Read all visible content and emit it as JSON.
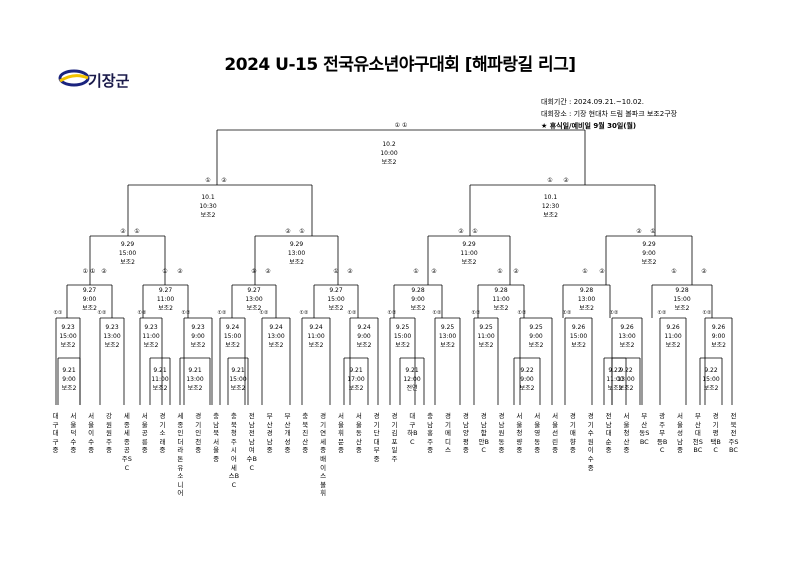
{
  "title": "2024 U-15 전국유소년야구대회 [해파랑길 리그]",
  "logo": {
    "text": "기장군",
    "accent_color": "#f2c200",
    "brand_color": "#1a237e"
  },
  "info": {
    "period": "대회기간 : 2024.09.21.~10.02.",
    "venue": "대회장소 : 기장 현대차 드림 볼파크 보조2구장",
    "note": "★ 휴식일/예비일 9월 30일(월)"
  },
  "final": {
    "date": "10.2",
    "time": "10:00",
    "venue": "보조2",
    "top": "① ①"
  },
  "semis": [
    {
      "date": "10.1",
      "time": "10:30",
      "venue": "보조2",
      "left": "①",
      "right": "②"
    },
    {
      "date": "10.1",
      "time": "12:30",
      "venue": "보조2",
      "left": "①",
      "right": "②"
    }
  ],
  "quarters": [
    {
      "date": "9.29",
      "time": "15:00",
      "venue": "보조2",
      "left": "②",
      "right": "①"
    },
    {
      "date": "9.29",
      "time": "13:00",
      "venue": "보조2",
      "left": "②",
      "right": "①"
    },
    {
      "date": "9.29",
      "time": "11:00",
      "venue": "보조2",
      "left": "②",
      "right": "①"
    },
    {
      "date": "9.29",
      "time": "9:00",
      "venue": "보조2",
      "left": "②",
      "right": "①"
    }
  ],
  "round16": [
    {
      "date": "9.27",
      "time": "9:00",
      "venue": "보조2",
      "left": "① ①",
      "right": "②"
    },
    {
      "date": "9.27",
      "time": "11:00",
      "venue": "보조2",
      "left": "①",
      "right": "②"
    },
    {
      "date": "9.27",
      "time": "13:00",
      "venue": "보조2",
      "left": "①",
      "right": "②"
    },
    {
      "date": "9.27",
      "time": "15:00",
      "venue": "보조2",
      "left": "①",
      "right": "②"
    },
    {
      "date": "9.28",
      "time": "9:00",
      "venue": "보조2",
      "left": "①",
      "right": "②"
    },
    {
      "date": "9.28",
      "time": "11:00",
      "venue": "보조2",
      "left": "①",
      "right": "②"
    },
    {
      "date": "9.28",
      "time": "13:00",
      "venue": "보조2",
      "left": "①",
      "right": "②"
    },
    {
      "date": "9.28",
      "time": "15:00",
      "venue": "보조2",
      "left": "①",
      "right": "②"
    }
  ],
  "round32": [
    {
      "date": "9.23",
      "time": "15:00",
      "venue": "보조2",
      "label": "①①"
    },
    {
      "date": "9.23",
      "time": "13:00",
      "venue": "보조2",
      "label": "①②"
    },
    {
      "date": "9.23",
      "time": "11:00",
      "venue": "보조2",
      "label": "①②"
    },
    {
      "date": "9.23",
      "time": "9:00",
      "venue": "보조2",
      "label": "①②"
    },
    {
      "date": "9.24",
      "time": "15:00",
      "venue": "보조2",
      "label": "①②"
    },
    {
      "date": "9.24",
      "time": "13:00",
      "venue": "보조2",
      "label": "①②"
    },
    {
      "date": "9.24",
      "time": "11:00",
      "venue": "보조2",
      "label": "①②"
    },
    {
      "date": "9.24",
      "time": "9:00",
      "venue": "보조2",
      "label": "①②"
    },
    {
      "date": "9.25",
      "time": "15:00",
      "venue": "보조2",
      "label": "①②"
    },
    {
      "date": "9.25",
      "time": "13:00",
      "venue": "보조2",
      "label": "①②"
    },
    {
      "date": "9.25",
      "time": "11:00",
      "venue": "보조2",
      "label": "①②"
    },
    {
      "date": "9.25",
      "time": "9:00",
      "venue": "보조2",
      "label": "①②"
    },
    {
      "date": "9.26",
      "time": "15:00",
      "venue": "보조2",
      "label": "①②"
    },
    {
      "date": "9.26",
      "time": "13:00",
      "venue": "보조2",
      "label": "①②"
    },
    {
      "date": "9.26",
      "time": "11:00",
      "venue": "보조2",
      "label": "①②"
    },
    {
      "date": "9.26",
      "time": "9:00",
      "venue": "보조2",
      "label": "①②"
    }
  ],
  "round64": [
    {
      "date": "9.21",
      "time": "9:00",
      "venue": "보조2"
    },
    {
      "date": "9.21",
      "time": "11:00",
      "venue": "보조2"
    },
    {
      "date": "9.21",
      "time": "13:00",
      "venue": "보조2"
    },
    {
      "date": "9.21",
      "time": "15:00",
      "venue": "보조2"
    },
    {
      "date": "9.21",
      "time": "17:00",
      "venue": "보조2"
    },
    {
      "date": "9.21",
      "time": "12:00",
      "venue": "전연"
    },
    {
      "date": "9.22",
      "time": "9:00",
      "venue": "보조2"
    },
    {
      "date": "9.22",
      "time": "11:00",
      "venue": "보조2"
    },
    {
      "date": "9.22",
      "time": "13:00",
      "venue": "보조2"
    },
    {
      "date": "9.22",
      "time": "15:00",
      "venue": "보조2"
    }
  ],
  "teams": [
    "대구대구중",
    "서울덕수중",
    "서울이수중",
    "강원원주중",
    "세종세종공주SC",
    "서울공릉중",
    "경기소래중",
    "세종인더라톤유소니어",
    "경기인천중",
    "충남북서울중",
    "충북청주시어세스BC",
    "전남전남여수BC",
    "부산경남중",
    "부산개성중",
    "충북진산중",
    "경기연세중배이스볼휘",
    "서울휘문중",
    "서울동산중",
    "경기단대부중",
    "경기김포일주",
    "대구하BC",
    "충남홍주중",
    "경기메디스",
    "경남양평중",
    "경남함안BC",
    "경남원동중",
    "서울청량중",
    "서울영동중",
    "서울선린중",
    "경기매향중",
    "경기수원이수중",
    "전남대순중",
    "서울청산중",
    "부산동SBC",
    "광주무등BC",
    "서울성남중",
    "부산대천SBC",
    "경기평택BC",
    "전북전주SBC"
  ]
}
